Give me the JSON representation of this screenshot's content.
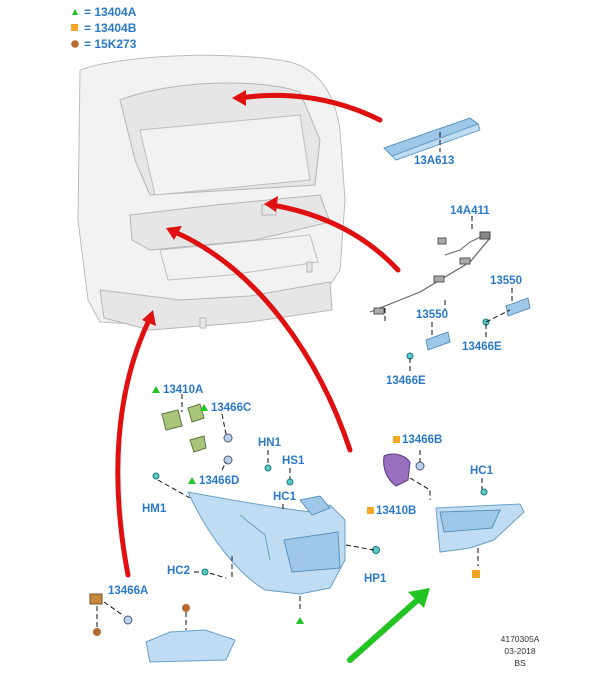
{
  "legend": [
    {
      "symbol": "triangle",
      "color": "#22c422",
      "text": "= 13404A"
    },
    {
      "symbol": "square",
      "color": "#f5a623",
      "text": "= 13404B"
    },
    {
      "symbol": "circle",
      "color": "#b8692d",
      "text": "= 15K273"
    }
  ],
  "parts": {
    "p13A613": "13A613",
    "p14A411": "14A411",
    "p13550a": "13550",
    "p13550b": "13550",
    "p13466Ea": "13466E",
    "p13466Eb": "13466E",
    "p13410A": "13410A",
    "p13466C": "13466C",
    "p13466D": "13466D",
    "hn1": "HN1",
    "hs1": "HS1",
    "hc1a": "HC1",
    "hm1": "HM1",
    "hc2": "HC2",
    "hp1": "HP1",
    "p13466A": "13466A",
    "p13466B": "13466B",
    "p13410B": "13410B",
    "hc1b": "HC1"
  },
  "footer": {
    "code": "4170305A",
    "date": "03-2018",
    "initials": "BS"
  },
  "colors": {
    "label": "#2a79c9",
    "arrow_red": "#e01010",
    "arrow_green": "#22c422"
  }
}
